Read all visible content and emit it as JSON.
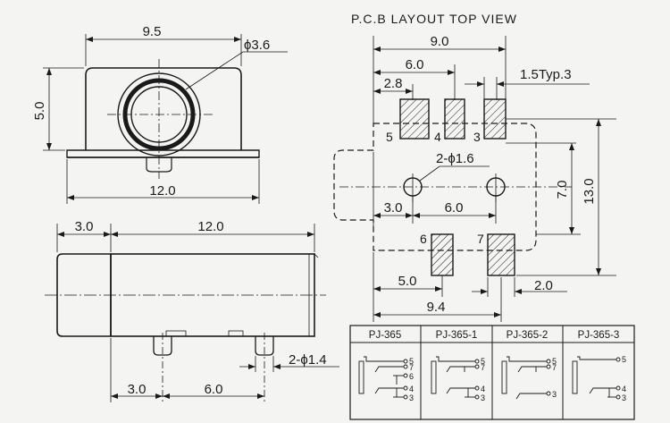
{
  "front_view": {
    "width": "9.5",
    "height": "5.0",
    "bore_dia": "ϕ3.6",
    "base_width": "12.0"
  },
  "side_view": {
    "front_len": "3.0",
    "body_len": "12.0",
    "pin_dia": "2-ϕ1.4",
    "pin_offset_1": "3.0",
    "pin_offset_2": "6.0"
  },
  "pcb_layout": {
    "title": "P.C.B  LAYOUT  TOP VIEW",
    "overall_width": "9.0",
    "span_6": "6.0",
    "span_2_8": "2.8",
    "pad_width": "1.5Typ.3",
    "hole_dia": "2-ϕ1.6",
    "hole_x1": "3.0",
    "hole_x2": "6.0",
    "height_7": "7.0",
    "height_13": "13.0",
    "bottom_5": "5.0",
    "bottom_2": "2.0",
    "bottom_9_4": "9.4",
    "pad_labels": [
      "5",
      "4",
      "3",
      "6",
      "7"
    ]
  },
  "models": {
    "headers": [
      "PJ-365",
      "PJ-365-1",
      "PJ-365-2",
      "PJ-365-3"
    ],
    "pins": {
      "a": [
        "5",
        "7",
        "6",
        "4",
        "3"
      ],
      "b": [
        "5",
        "7",
        "4",
        "3"
      ],
      "c": [
        "5",
        "7",
        "3"
      ],
      "d": [
        "5",
        "4",
        "3"
      ]
    }
  }
}
